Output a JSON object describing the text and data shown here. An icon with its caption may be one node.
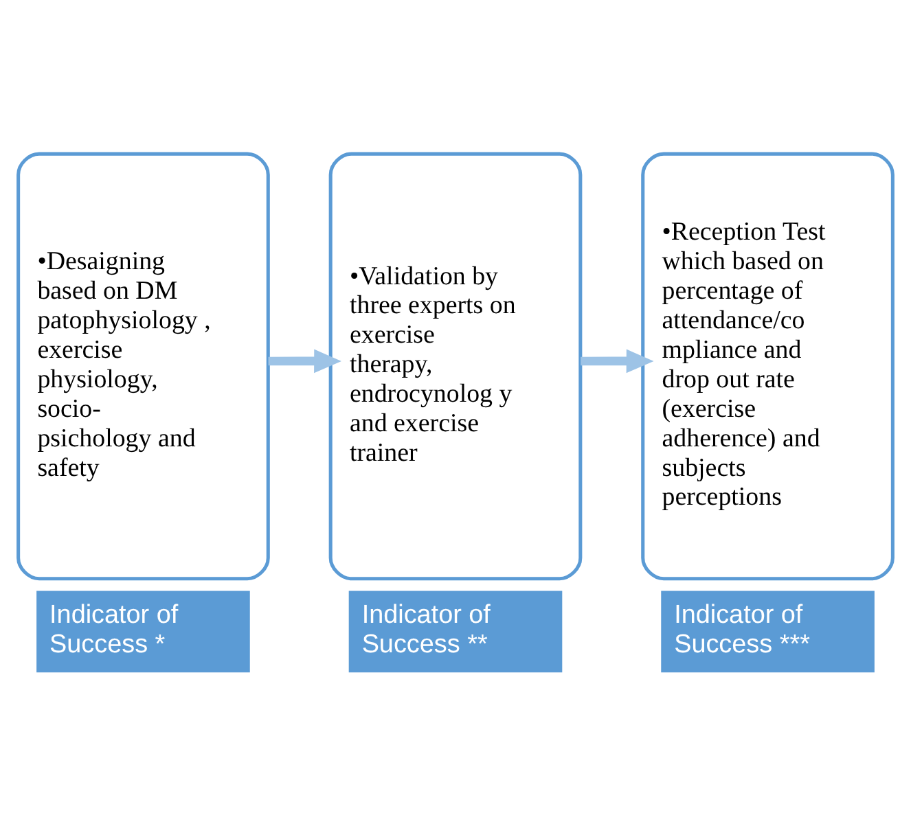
{
  "diagram": {
    "nodes": [
      {
        "text": [
          "•Desaigning based on DM patophysiology , exercise physiology, socio- psichology and safety"
        ]
      },
      {
        "text": [
          "Indicator of Success *"
        ]
      },
      {
        "text": [
          "•Validation by three experts on exercise therapy, endrocynolog y and exercise trainer"
        ]
      },
      {
        "text": [
          "Indicator of Success **"
        ]
      },
      {
        "text": [
          "•Reception Test which based on percentage of attendance/co mpliance and drop out rate (exercise adherence) and subjects perceptions"
        ]
      },
      {
        "text": [
          "Indicator of Success ***"
        ]
      }
    ],
    "edges": [
      {
        "from": 0,
        "to": 2,
        "arrow": "to"
      },
      {
        "from": 2,
        "to": 4,
        "arrow": "to"
      }
    ]
  }
}
